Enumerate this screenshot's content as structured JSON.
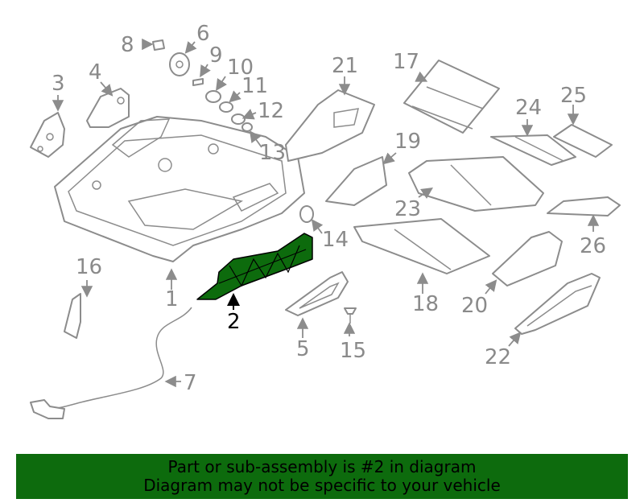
{
  "highlight_color": "#0d6b0d",
  "highlighted_part": "2",
  "callouts": {
    "c1": "1",
    "c2": "2",
    "c3": "3",
    "c4": "4",
    "c5": "5",
    "c6": "6",
    "c7": "7",
    "c8": "8",
    "c9": "9",
    "c10": "10",
    "c11": "11",
    "c12": "12",
    "c13": "13",
    "c14": "14",
    "c15": "15",
    "c16": "16",
    "c17": "17",
    "c18": "18",
    "c19": "19",
    "c20": "20",
    "c21": "21",
    "c22": "22",
    "c23": "23",
    "c24": "24",
    "c25": "25",
    "c26": "26"
  },
  "banner": {
    "line1": "Part or sub-assembly is #2 in diagram",
    "line2": "Diagram may not be specific to your vehicle"
  }
}
